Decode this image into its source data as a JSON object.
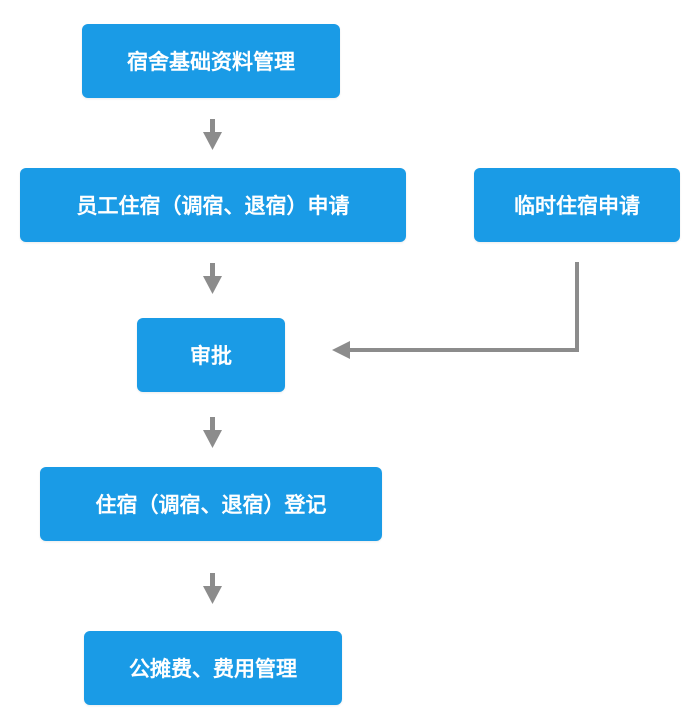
{
  "nodes": {
    "basic_data": "宿舍基础资料管理",
    "employee_apply": "员工住宿（调宿、退宿）申请",
    "temp_apply": "临时住宿申请",
    "approve": "审批",
    "register": "住宿（调宿、退宿）登记",
    "fee_manage": "公摊费、费用管理"
  },
  "colors": {
    "node_fill": "#1a9be6",
    "arrow": "#8c8c8c"
  },
  "edges": [
    {
      "from": "basic_data",
      "to": "employee_apply"
    },
    {
      "from": "employee_apply",
      "to": "approve"
    },
    {
      "from": "temp_apply",
      "to": "approve"
    },
    {
      "from": "approve",
      "to": "register"
    },
    {
      "from": "register",
      "to": "fee_manage"
    }
  ]
}
